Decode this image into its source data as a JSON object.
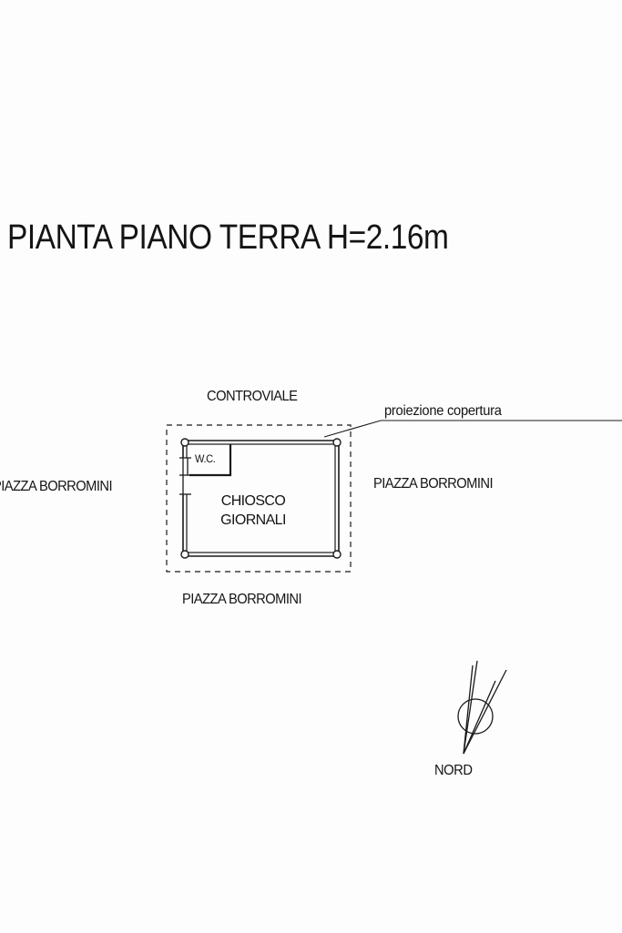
{
  "title": "PIANTA PIANO TERRA H=2.16m",
  "labels": {
    "controviale": "CONTROVIALE",
    "piazza_left": "PIAZZA BORROMINI",
    "piazza_right": "PIAZZA BORROMINI",
    "piazza_bottom": "PIAZZA BORROMINI",
    "roof_projection": "proiezione copertura",
    "wc": "W.C.",
    "kiosk_line1": "CHIOSCO",
    "kiosk_line2": "GIORNALI",
    "north": "NORD"
  },
  "colors": {
    "line": "#1a1a1a",
    "paper": "#fdfdfd"
  }
}
